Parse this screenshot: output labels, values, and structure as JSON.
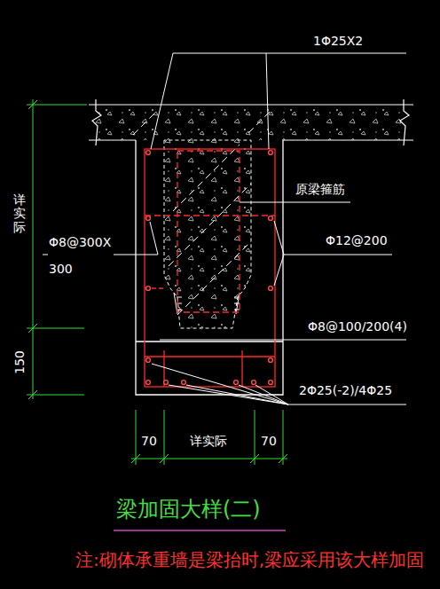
{
  "diagram": {
    "title": "梁加固大样(二)",
    "caption": "注:砌体承重墙是梁抬时,梁应采用该大样加固",
    "labels": [
      "1Φ25X2",
      "原梁箍筋",
      "Φ12@200",
      "Φ8@300X 300",
      "Φ8@100/200(4)",
      "2Φ25(-2)/4Φ25",
      "详实际",
      "150",
      "70",
      "详实际",
      "70"
    ]
  }
}
